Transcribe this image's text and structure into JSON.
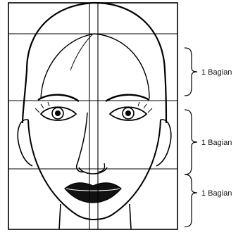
{
  "diagram": {
    "sections": [
      {
        "label": "1 Bagian"
      },
      {
        "label": "1 Bagian"
      },
      {
        "label": "1 Bagian"
      }
    ],
    "colors": {
      "line": "#000000",
      "background": "#ffffff",
      "lips": "#111111"
    }
  }
}
